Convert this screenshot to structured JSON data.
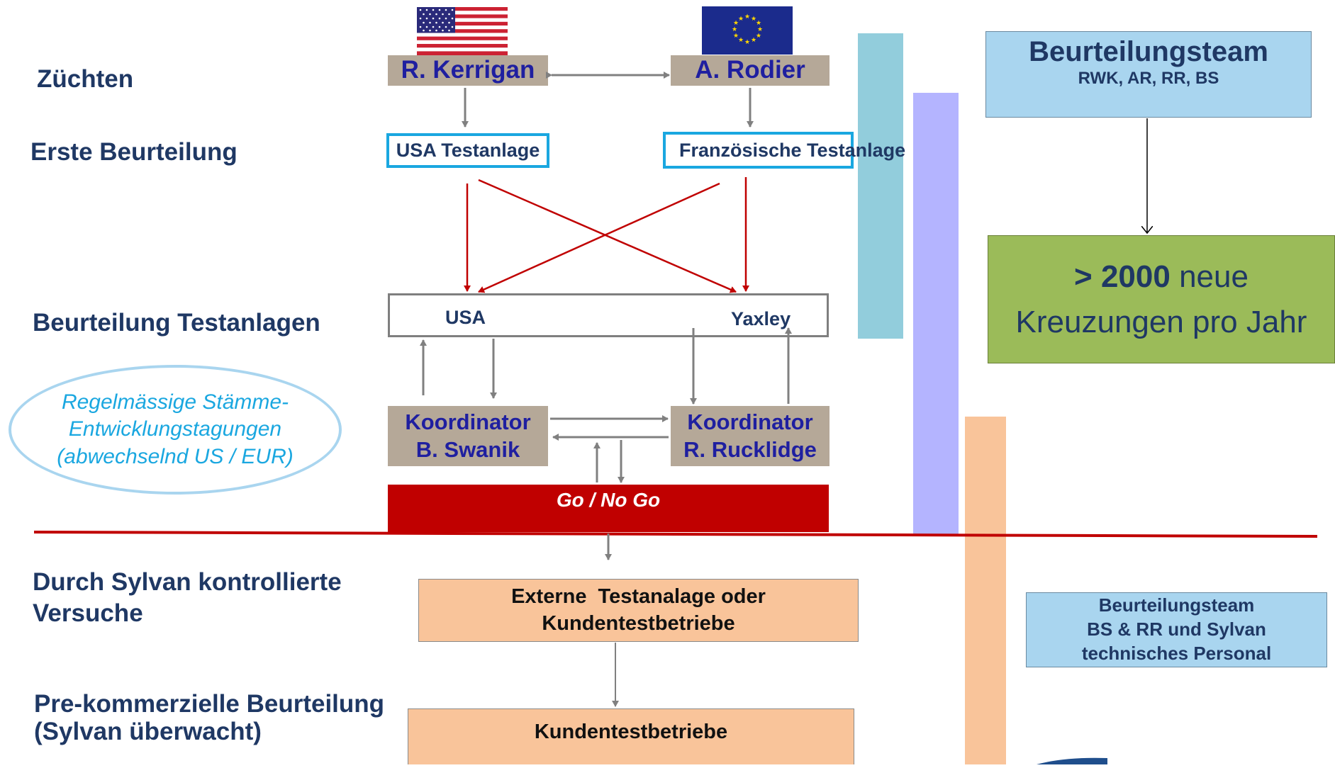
{
  "stages": {
    "zuechten": "Züchten",
    "erste": "Erste Beurteilung",
    "testanlagen": "Beurteilung Testanlagen",
    "sylvan_line1": "Durch Sylvan kontrollierte",
    "sylvan_line2": "Versuche",
    "prekom_line1": "Pre-kommerzielle Beurteilung",
    "prekom_line2": "(Sylvan überwacht)"
  },
  "breeders": {
    "left": "R. Kerrigan",
    "right": "A. Rodier"
  },
  "test_sites": {
    "left": "USA Testanlage",
    "right": "Französische Testanlage"
  },
  "evaluation_box": {
    "left": "USA",
    "right": "Yaxley"
  },
  "coordinators": {
    "left_line1": "Koordinator",
    "left_line2": "B. Swanik",
    "right_line1": "Koordinator",
    "right_line2": "R. Rucklidge"
  },
  "meetings": {
    "line1": "Regelmässige Stämme-",
    "line2": "Entwicklungstagungen",
    "line3": "(abwechselnd US / EUR)"
  },
  "go_nogo": "Go / No Go",
  "external": {
    "line1": "Externe  Testanalage oder",
    "line2": "Kundentestbetriebe"
  },
  "customer": "Kundentestbetriebe",
  "team_top": {
    "title": "Beurteilungsteam",
    "members": "RWK, AR, RR, BS"
  },
  "crosses": {
    "bold": "> 2000",
    "rest": " neue",
    "line2": "Kreuzungen pro Jahr"
  },
  "team_bottom": {
    "line1": "Beurteilungsteam",
    "line2": "BS & RR und Sylvan",
    "line3": "technisches Personal"
  },
  "colors": {
    "navy": "#1f3864",
    "red": "#c00000",
    "brown": "#b5a898",
    "orange": "#f9c49a",
    "teal_bar": "#92cddc",
    "lavender_bar": "#b4b4ff",
    "green": "#9bbb59",
    "light_blue": "#a9d5ef"
  },
  "icons": {
    "flag_left": "us-flag-icon",
    "flag_right": "eu-flag-icon"
  }
}
